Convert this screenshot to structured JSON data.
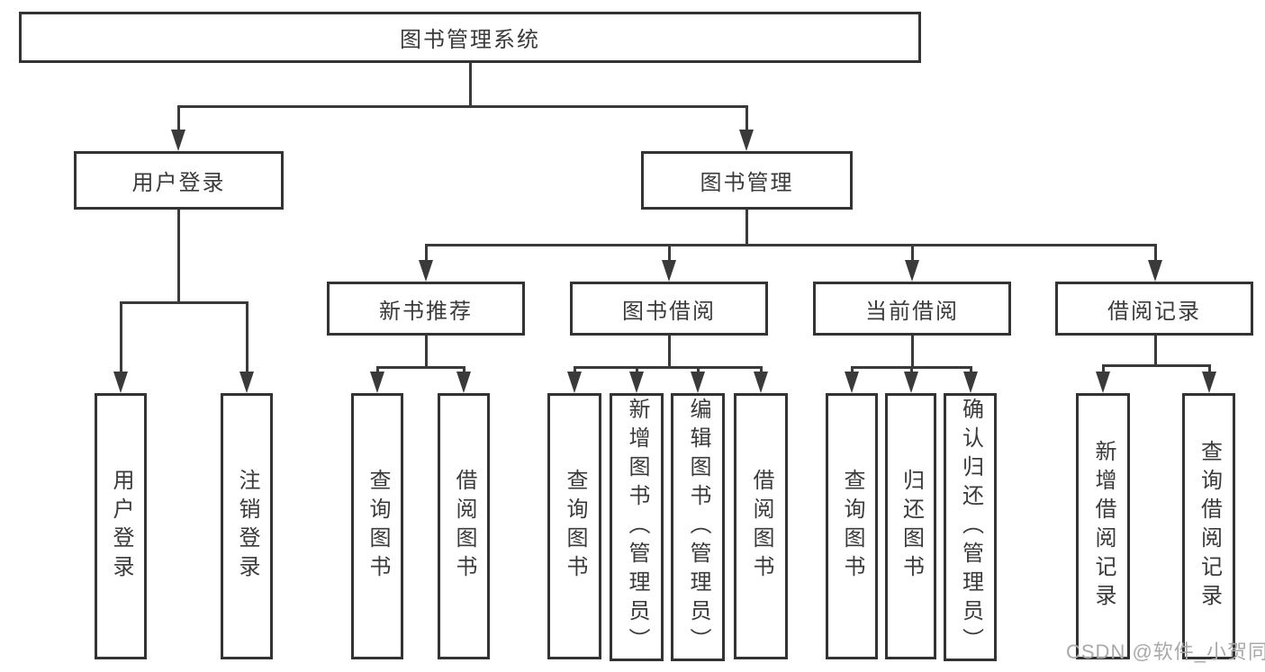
{
  "diagram_title": "图书管理系统",
  "watermark": "CSDN @软件_小贺同学",
  "colors": {
    "line": "#3a3a3a",
    "box_border": "#333333",
    "text": "#3a3a3a",
    "watermark_text": "#a9a9a9",
    "background": "#ffffff"
  },
  "nodes": [
    {
      "id": "root",
      "label": "图书管理系统",
      "parent": null,
      "level": 1
    },
    {
      "id": "user-login",
      "label": "用户登录",
      "parent": "root",
      "level": 2
    },
    {
      "id": "book-mgmt",
      "label": "图书管理",
      "parent": "root",
      "level": 2
    },
    {
      "id": "new-book-rec",
      "label": "新书推荐",
      "parent": "book-mgmt",
      "level": 3
    },
    {
      "id": "book-borrow",
      "label": "图书借阅",
      "parent": "book-mgmt",
      "level": 3
    },
    {
      "id": "current-borrow",
      "label": "当前借阅",
      "parent": "book-mgmt",
      "level": 3
    },
    {
      "id": "borrow-record",
      "label": "借阅记录",
      "parent": "book-mgmt",
      "level": 3
    },
    {
      "id": "leaf-user-login",
      "label": "用户登录",
      "parent": "user-login",
      "level": 4
    },
    {
      "id": "leaf-logout",
      "label": "注销登录",
      "parent": "user-login",
      "level": 4
    },
    {
      "id": "leaf-nbr-query",
      "label": "查询图书",
      "parent": "new-book-rec",
      "level": 4
    },
    {
      "id": "leaf-nbr-borrow",
      "label": "借阅图书",
      "parent": "new-book-rec",
      "level": 4
    },
    {
      "id": "leaf-bb-query",
      "label": "查询图书",
      "parent": "book-borrow",
      "level": 4
    },
    {
      "id": "leaf-bb-add",
      "label": "新增图书（管理员）",
      "parent": "book-borrow",
      "level": 4
    },
    {
      "id": "leaf-bb-edit",
      "label": "编辑图书（管理员）",
      "parent": "book-borrow",
      "level": 4
    },
    {
      "id": "leaf-bb-borrow",
      "label": "借阅图书",
      "parent": "book-borrow",
      "level": 4
    },
    {
      "id": "leaf-cb-query",
      "label": "查询图书",
      "parent": "current-borrow",
      "level": 4
    },
    {
      "id": "leaf-cb-return",
      "label": "归还图书",
      "parent": "current-borrow",
      "level": 4
    },
    {
      "id": "leaf-cb-confirm",
      "label": "确认归还（管理员）",
      "parent": "current-borrow",
      "level": 4
    },
    {
      "id": "leaf-br-add",
      "label": "新增借阅记录",
      "parent": "borrow-record",
      "level": 4
    },
    {
      "id": "leaf-br-query",
      "label": "查询借阅记录",
      "parent": "borrow-record",
      "level": 4
    }
  ]
}
